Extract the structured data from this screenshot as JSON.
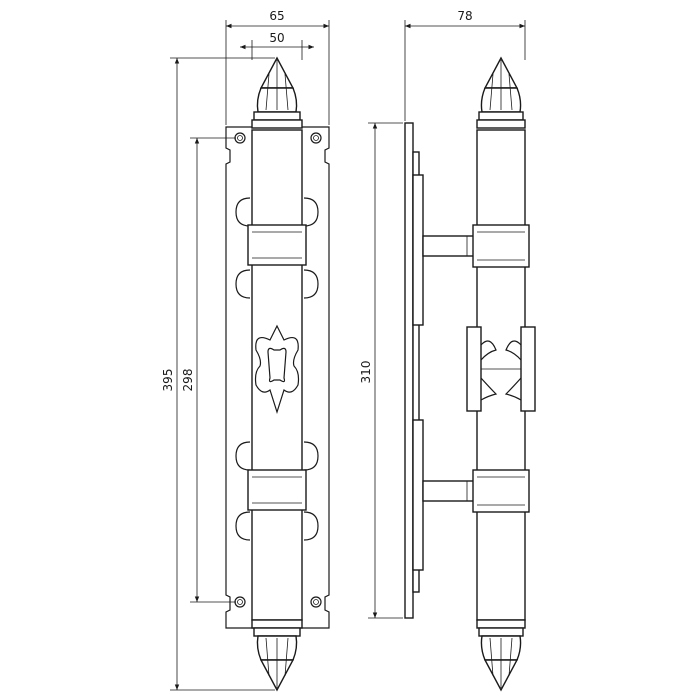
{
  "dimensions": {
    "front_width_outer": "65",
    "front_width_inner": "50",
    "overall_height": "395",
    "hole_spacing": "298",
    "side_depth": "78",
    "plate_height": "310"
  }
}
